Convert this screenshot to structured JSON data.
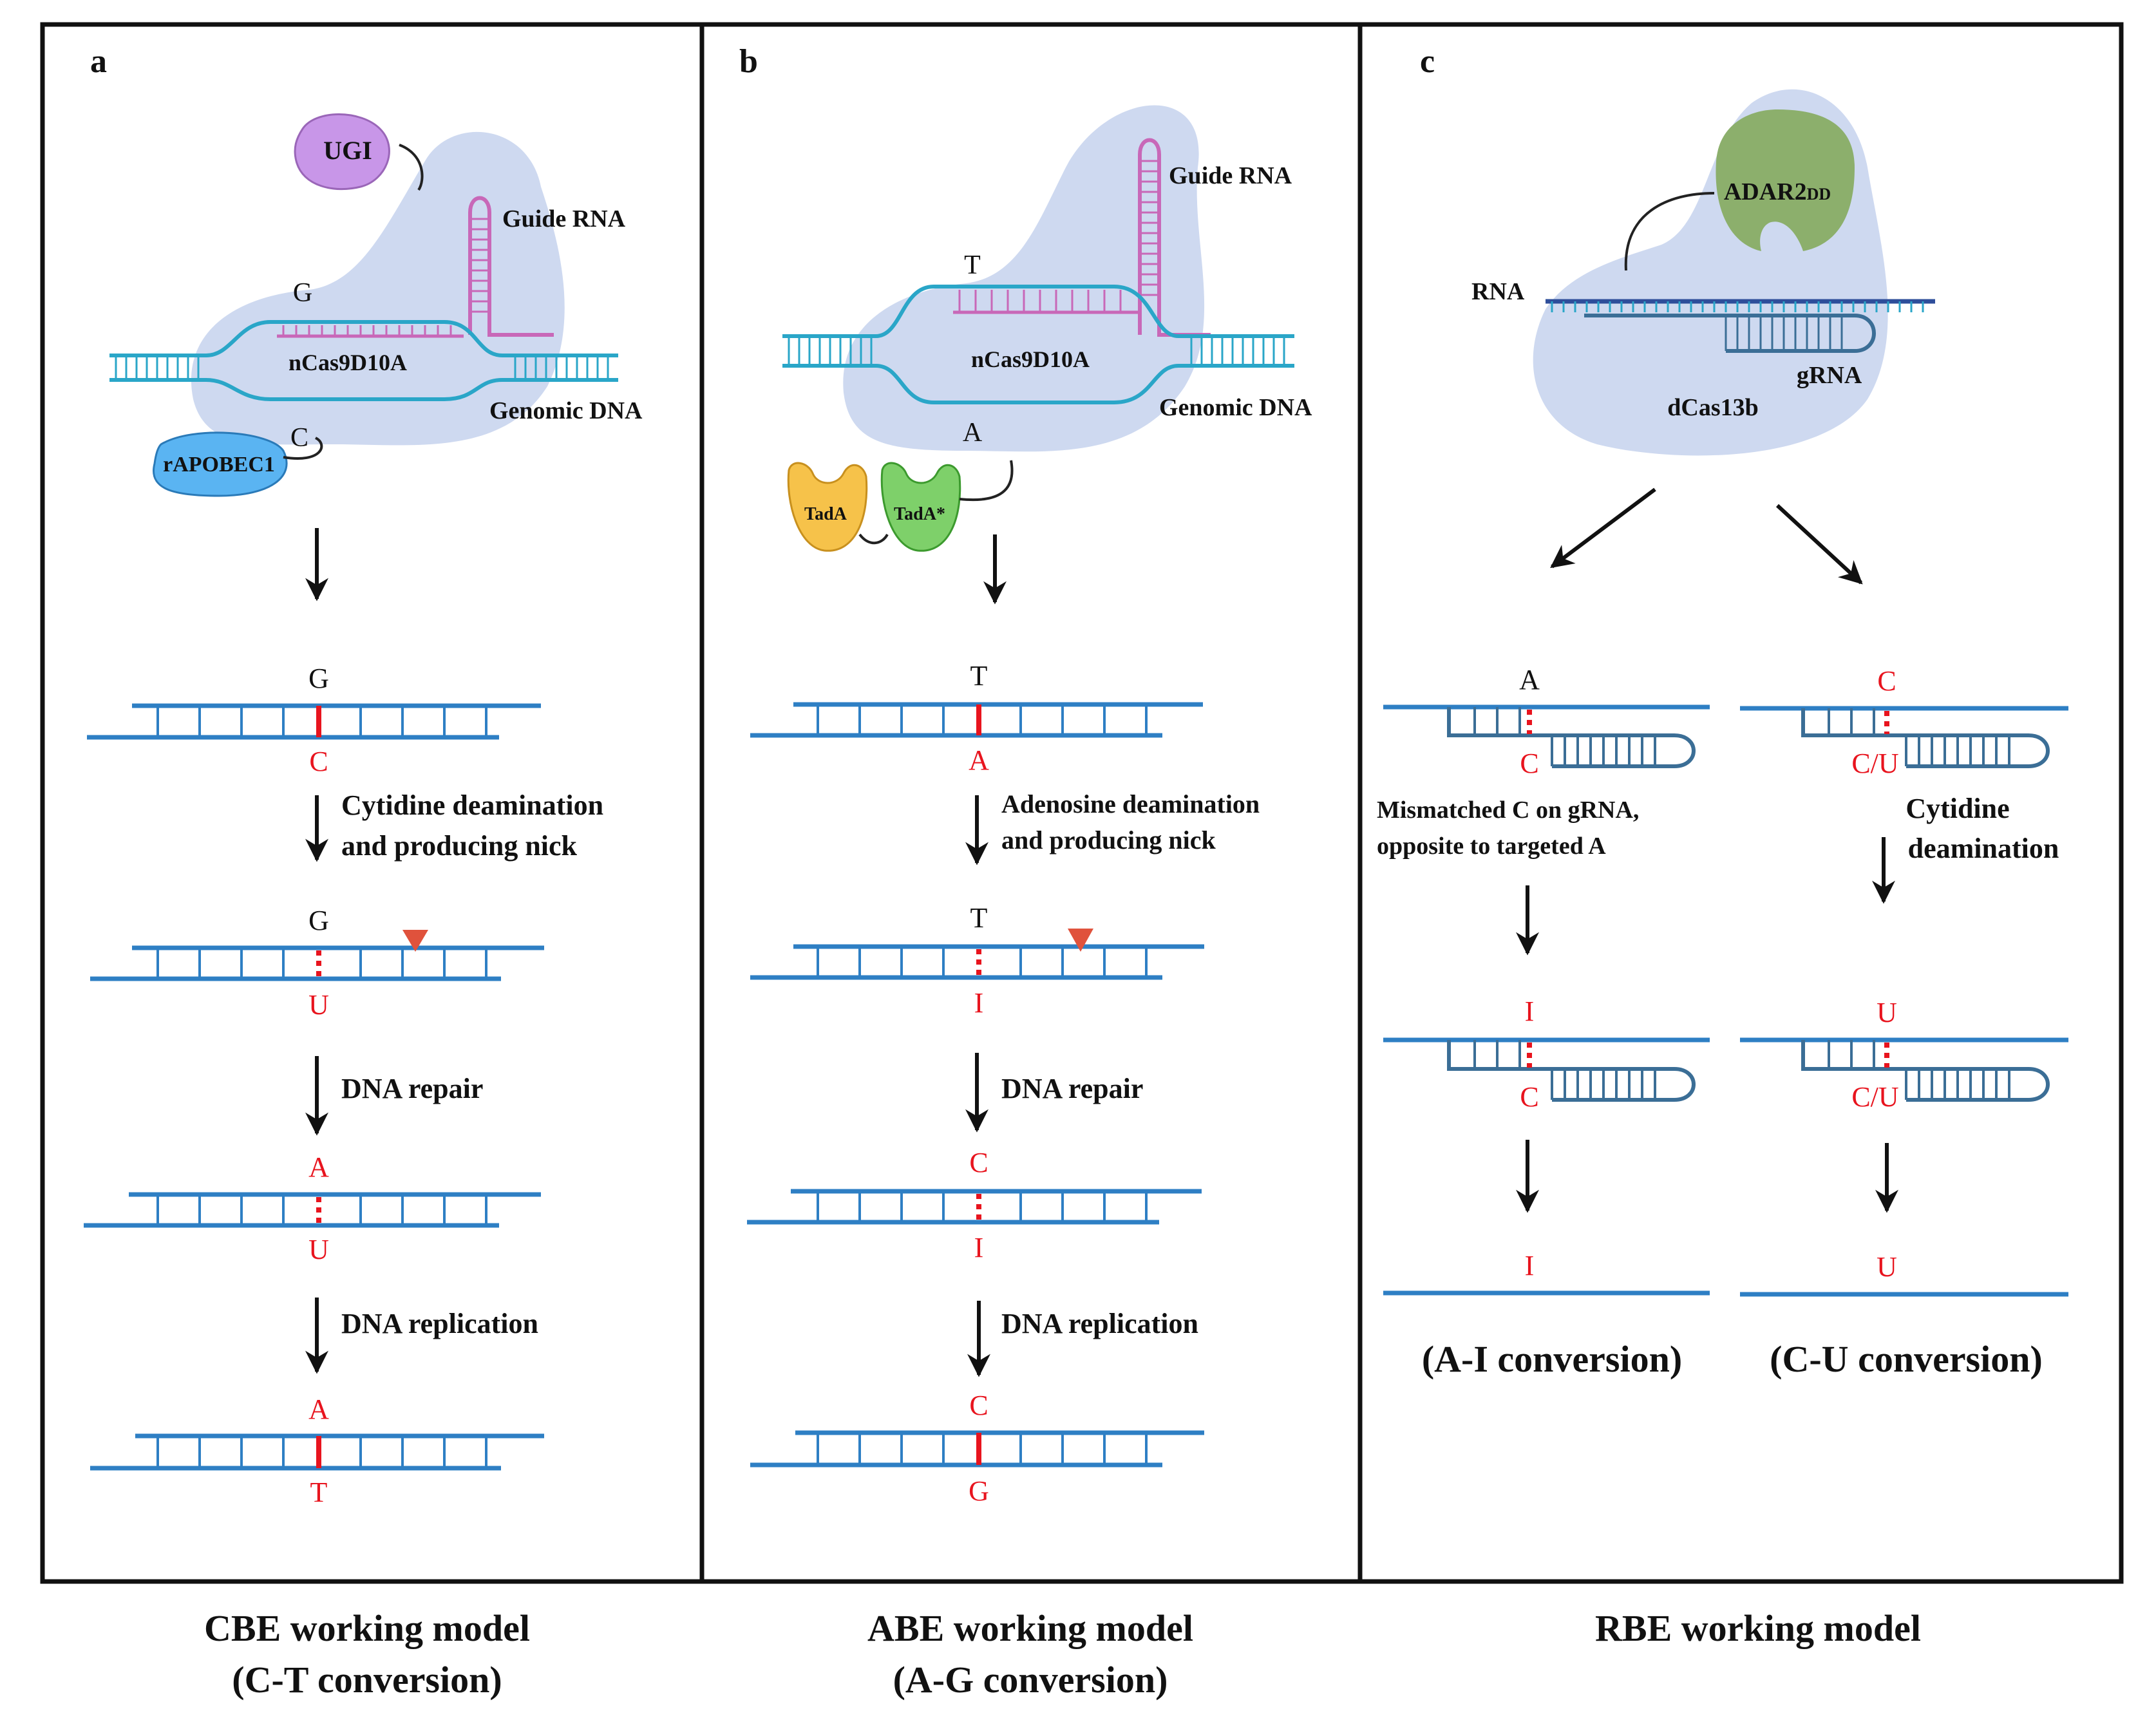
{
  "colors": {
    "strand": "#2e7fc4",
    "dna_helix": "#2aa6c8",
    "red": "#e8141e",
    "pink_rna": "#c868b8",
    "cas_blob": "#c9d5ee",
    "ugi": "#c896e8",
    "rapobec": "#5ab4f2",
    "tada": "#f6c24a",
    "tada_star": "#7ed06a",
    "adar": "#8caf6c",
    "nick": "#e0523c",
    "grna": "#3b6e96"
  },
  "panels": {
    "a": {
      "letter": "a",
      "ugi": "UGI",
      "guide_rna": "Guide RNA",
      "top_base": "G",
      "cas": "nCas9D10A",
      "genomic": "Genomic DNA",
      "bottom_base": "C",
      "deaminase": "rAPOBEC1",
      "steps": [
        {
          "top": "G",
          "bottom": "C"
        },
        {
          "top": "G",
          "bottom": "U"
        },
        {
          "top": "A",
          "bottom": "U"
        },
        {
          "top": "A",
          "bottom": "T"
        }
      ],
      "arrows": [
        "Cytidine deamination",
        "and producing nick",
        "DNA repair",
        "DNA replication"
      ],
      "caption_1": "CBE working model",
      "caption_2": "(C-T conversion)"
    },
    "b": {
      "letter": "b",
      "guide_rna": "Guide RNA",
      "top_base": "T",
      "cas": "nCas9D10A",
      "genomic": "Genomic DNA",
      "bottom_base": "A",
      "tada": "TadA",
      "tada_star": "TadA*",
      "steps": [
        {
          "top": "T",
          "bottom": "A"
        },
        {
          "top": "T",
          "bottom": "I"
        },
        {
          "top": "C",
          "bottom": "I"
        },
        {
          "top": "C",
          "bottom": "G"
        }
      ],
      "arrows": [
        "Adenosine deamination",
        "and producing nick",
        "DNA repair",
        "DNA replication"
      ],
      "caption_1": "ABE working model",
      "caption_2": "(A-G conversion)"
    },
    "c": {
      "letter": "c",
      "adar": "ADAR2",
      "adar_sub": "DD",
      "rna": "RNA",
      "grna": "gRNA",
      "cas": "dCas13b",
      "left": {
        "s1_top": "A",
        "s1_bottom": "C",
        "note_1": "Mismatched C on gRNA,",
        "note_2": "opposite to targeted A",
        "s2_top": "I",
        "s2_bottom": "C",
        "s3": "I",
        "result": "(A-I conversion)"
      },
      "right": {
        "s1_top": "C",
        "s1_bottom": "C/U",
        "note_1": "Cytidine",
        "note_2": "deamination",
        "s2_top": "U",
        "s2_bottom": "C/U",
        "s3": "U",
        "result": "(C-U conversion)"
      },
      "caption_1": "RBE working model"
    }
  }
}
